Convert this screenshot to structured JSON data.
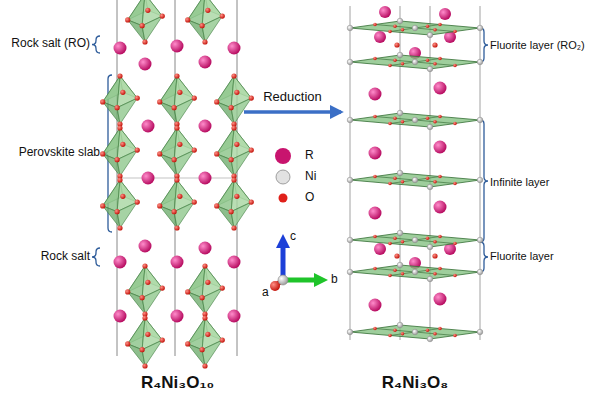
{
  "diagram": {
    "nodes": [
      {
        "text": [
          "R₄Ni₃O₁₀"
        ]
      },
      {
        "text": [
          "R₄Ni₃O₈"
        ]
      }
    ],
    "edges": [
      {
        "from": 0,
        "to": 1,
        "label": "Reduction",
        "arrow": "to"
      }
    ],
    "labels": [
      "Rock salt (RO)",
      "Perovskite slab",
      "Rock salt",
      "c",
      "a",
      "b",
      "Fluorite layer (RO₂)",
      "Infinite layer",
      "Fluorite layer"
    ],
    "legend": [
      {
        "text": "R",
        "color": "#c8146e"
      },
      {
        "text": "Ni",
        "color": "#e2e2e2"
      },
      {
        "text": "O",
        "color": "#e0201a"
      }
    ]
  }
}
